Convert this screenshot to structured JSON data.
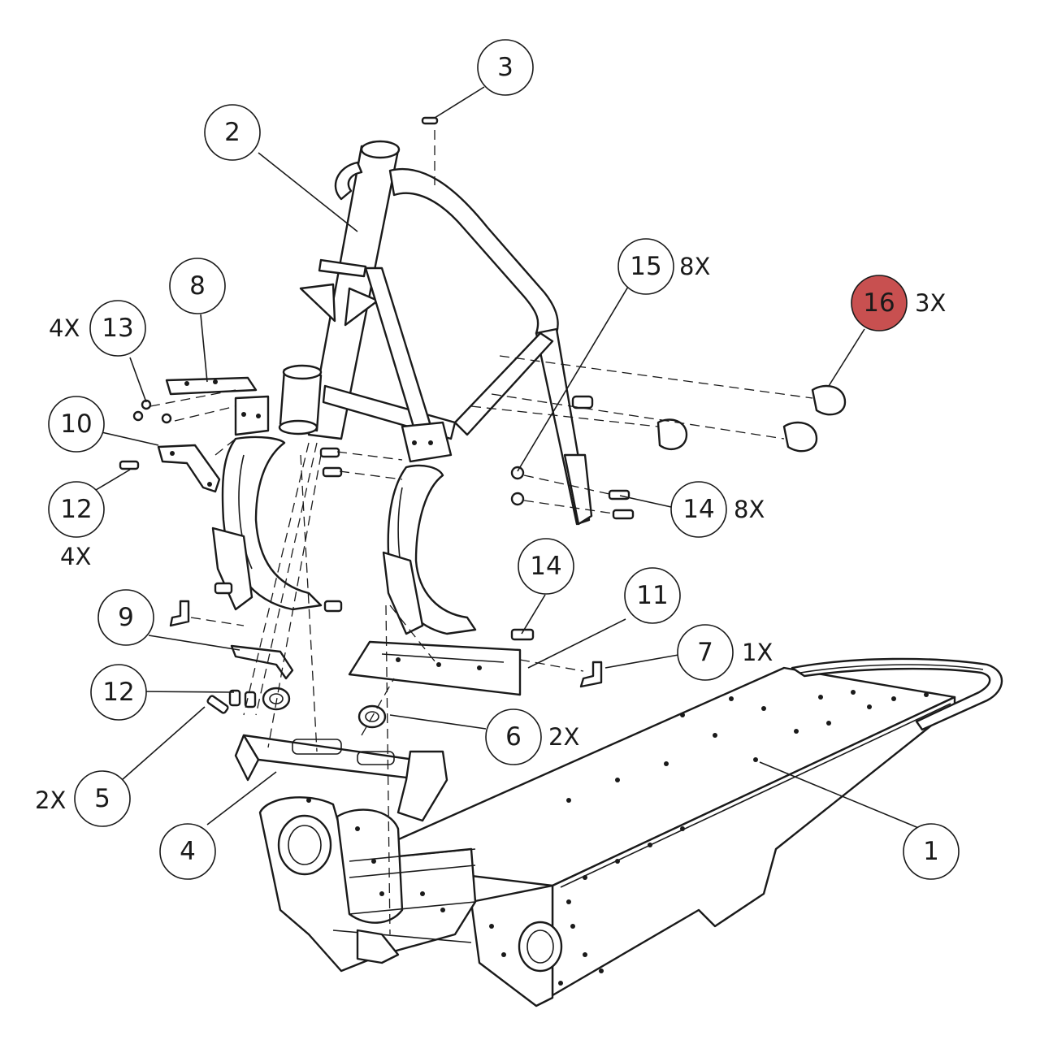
{
  "callouts": [
    {
      "id": "1",
      "label": "1",
      "qty": ""
    },
    {
      "id": "2",
      "label": "2",
      "qty": ""
    },
    {
      "id": "3",
      "label": "3",
      "qty": ""
    },
    {
      "id": "4",
      "label": "4",
      "qty": ""
    },
    {
      "id": "5",
      "label": "5",
      "qty": "2X"
    },
    {
      "id": "6",
      "label": "6",
      "qty": "2X"
    },
    {
      "id": "7",
      "label": "7",
      "qty": "1X"
    },
    {
      "id": "8",
      "label": "8",
      "qty": ""
    },
    {
      "id": "9",
      "label": "9",
      "qty": ""
    },
    {
      "id": "10",
      "label": "10",
      "qty": ""
    },
    {
      "id": "11",
      "label": "11",
      "qty": ""
    },
    {
      "id": "12a",
      "label": "12",
      "qty": ""
    },
    {
      "id": "12b",
      "label": "12",
      "qty": "4X"
    },
    {
      "id": "13",
      "label": "13",
      "qty": "4X"
    },
    {
      "id": "14a",
      "label": "14",
      "qty": "8X"
    },
    {
      "id": "14b",
      "label": "14",
      "qty": ""
    },
    {
      "id": "15",
      "label": "15",
      "qty": "8X"
    },
    {
      "id": "16",
      "label": "16",
      "qty": "3X"
    }
  ],
  "highlight": {
    "callout": "16",
    "color": "#c85050"
  },
  "colors": {
    "ink": "#1a1a1a",
    "background": "#ffffff"
  }
}
